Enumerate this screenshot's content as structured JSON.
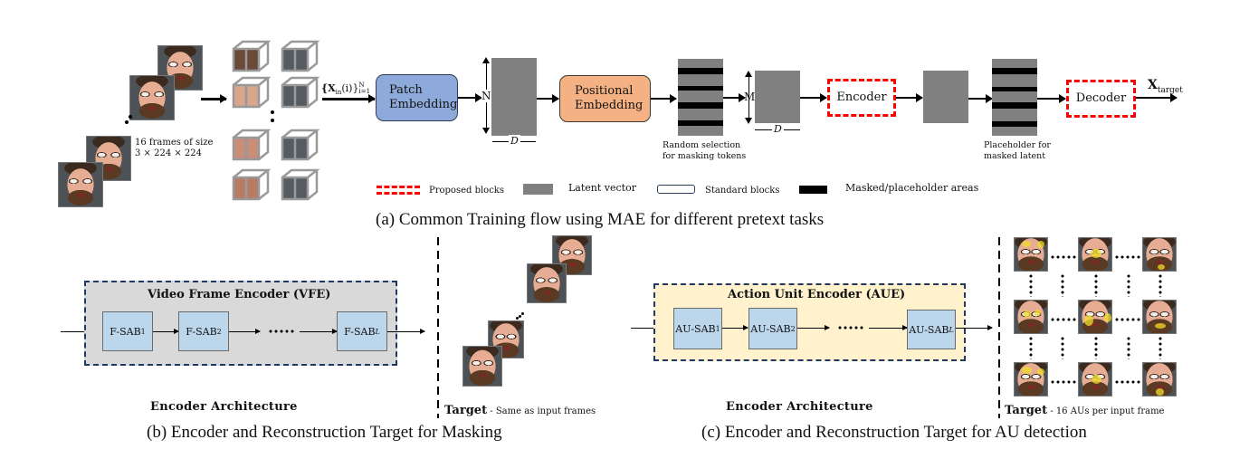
{
  "panel_a": {
    "input_caption_line1": "16 frames of size",
    "input_caption_line2": "3 × 224 × 224",
    "patch_set_label": "{X_in(i)}_{i=1}^{N}",
    "patch_set_label_main": "{X",
    "patch_set_label_sub": "in",
    "patch_set_label_rest": "(i)}",
    "patch_set_label_sup": "N",
    "patch_set_label_lower": "i=1",
    "patch_embedding_line1": "Patch",
    "patch_embedding_line2": "Embedding",
    "dim_n": "N",
    "dim_d": "D",
    "positional_embedding_line1": "Positional",
    "positional_embedding_line2": "Embedding",
    "random_selection_line1": "Random selection",
    "random_selection_line2": "for masking tokens",
    "dim_m": "M",
    "dim_d2": "D",
    "encoder_label": "Encoder",
    "placeholder_line1": "Placeholder for",
    "placeholder_line2": "masked latent",
    "decoder_label": "Decoder",
    "output_label_main": "X",
    "output_label_sub": "target",
    "caption": "(a) Common Training flow using MAE for different pretext tasks"
  },
  "legend": {
    "items": [
      {
        "label": "Proposed blocks",
        "swatch": "red-dashed"
      },
      {
        "label": "Latent vector",
        "swatch": "gray-fill"
      },
      {
        "label": "Standard blocks",
        "swatch": "outline"
      },
      {
        "label": "Masked/placeholder areas",
        "swatch": "black-fill"
      }
    ]
  },
  "panel_b": {
    "encoder_title": "Video Frame Encoder (VFE)",
    "blocks": [
      {
        "base": "F-SAB",
        "sub": "1"
      },
      {
        "base": "F-SAB",
        "sub": "2"
      },
      {
        "base": "F-SAB",
        "sub": "L"
      }
    ],
    "arch_label": "Encoder Architecture",
    "target_bold": "Target",
    "target_desc": " - Same as input frames",
    "caption": "(b) Encoder and Reconstruction Target for Masking"
  },
  "panel_c": {
    "encoder_title": "Action Unit Encoder (AUE)",
    "blocks": [
      {
        "base": "AU-SAB",
        "sub": "1"
      },
      {
        "base": "AU-SAB",
        "sub": "2"
      },
      {
        "base": "AU-SAB",
        "sub": "L"
      }
    ],
    "arch_label": "Encoder Architecture",
    "target_bold": "Target",
    "target_desc": " - 16 AUs per input frame",
    "caption": "(c) Encoder and Reconstruction Target for AU detection"
  },
  "colors": {
    "patch_embedding": "#8eaadb",
    "positional_embedding": "#f4b183",
    "proposed_dash": "#ff0000",
    "latent": "#808080",
    "vfe_bg": "#d9d9d9",
    "aue_bg": "#fff2cc",
    "sab_fill": "#bdd7ee",
    "encoder_border": "#1f3864"
  }
}
